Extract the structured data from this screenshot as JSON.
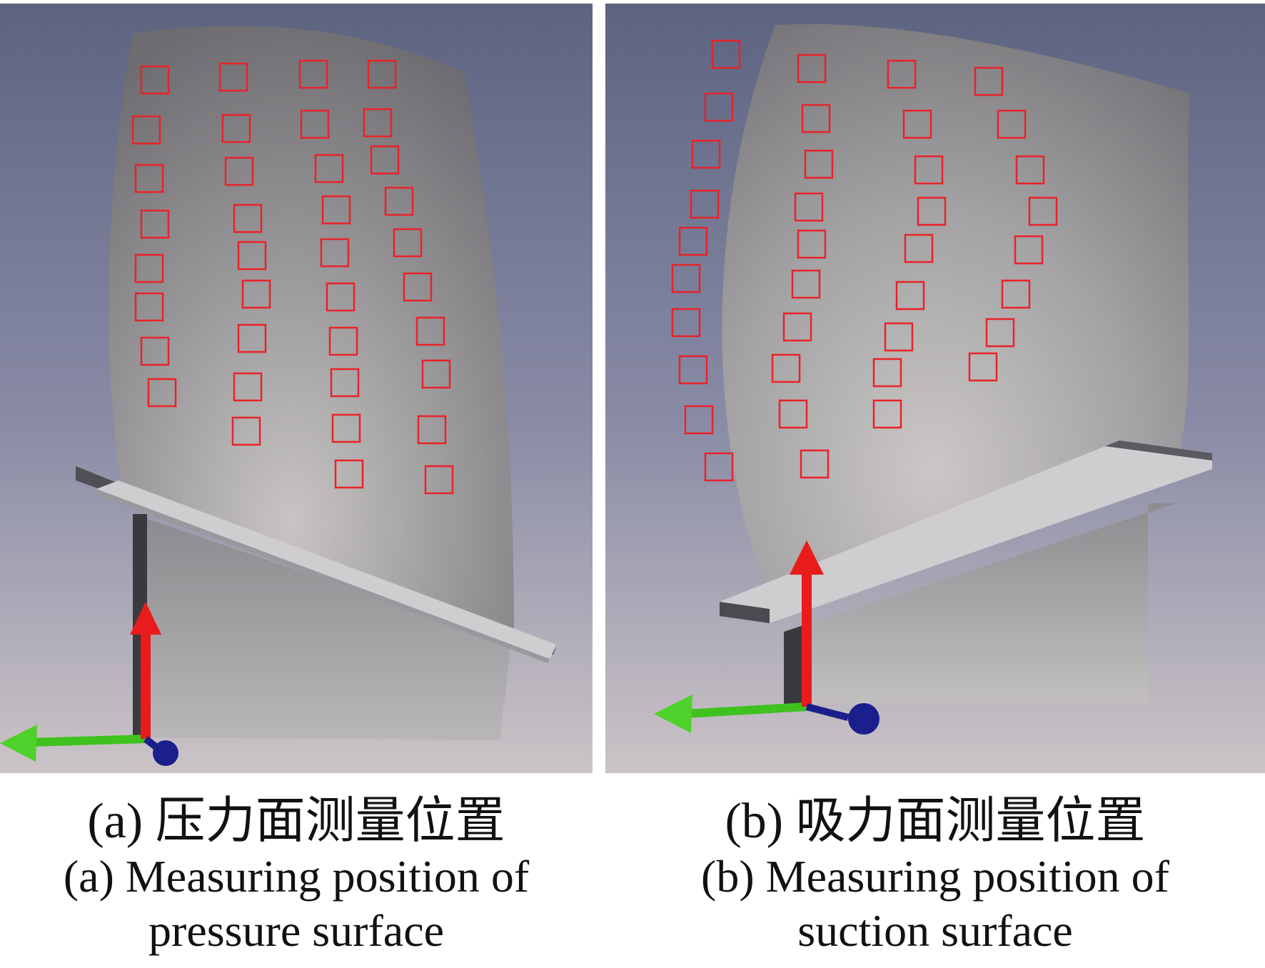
{
  "figure": {
    "panels": [
      {
        "id": "a",
        "caption_zh": "(a) 压力面测量位置",
        "caption_en_line1": "(a) Measuring position of",
        "caption_en_line2": "pressure surface",
        "marker_count": 40
      },
      {
        "id": "b",
        "caption_zh": "(b) 吸力面测量位置",
        "caption_en_line1": "(b) Measuring position of",
        "caption_en_line2": "suction surface",
        "marker_count": 40
      }
    ],
    "colors": {
      "marker": "#e8232a",
      "axis_up": "#e81c1c",
      "axis_left": "#3fc21e",
      "axis_out": "#1b1f8c",
      "background_top": "#5d6480",
      "background_bottom": "#c9c3c6",
      "blade": "#a9a8aa"
    },
    "icons": [
      "coordinate-axes-icon"
    ]
  }
}
